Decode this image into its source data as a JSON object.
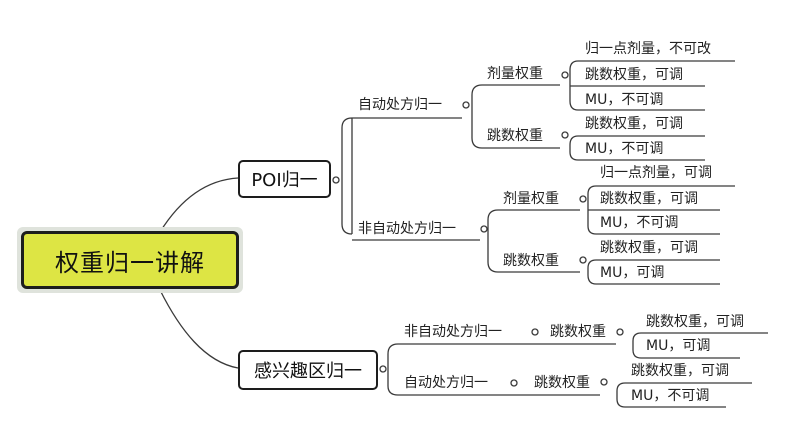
{
  "root": {
    "label": "权重归一讲解"
  },
  "poi": {
    "label": "POI归一",
    "auto": {
      "label": "自动处方归一",
      "dose": {
        "label": "剂量权重",
        "leaves": [
          "归一点剂量，不可改",
          "跳数权重，可调",
          "MU，不可调"
        ]
      },
      "jump": {
        "label": "跳数权重",
        "leaves": [
          "跳数权重，可调",
          "MU，不可调"
        ]
      }
    },
    "nonauto": {
      "label": "非自动处方归一",
      "dose": {
        "label": "剂量权重",
        "leaves": [
          "归一点剂量，可调",
          "跳数权重，可调",
          "MU，不可调"
        ]
      },
      "jump": {
        "label": "跳数权重",
        "leaves": [
          "跳数权重，可调",
          "MU，可调"
        ]
      }
    }
  },
  "roi": {
    "label": "感兴趣区归一",
    "nonauto": {
      "label": "非自动处方归一",
      "jump": {
        "label": "跳数权重",
        "leaves": [
          "跳数权重，可调",
          "MU，可调"
        ]
      }
    },
    "auto": {
      "label": "自动处方归一",
      "jump": {
        "label": "跳数权重",
        "leaves": [
          "跳数权重，可调",
          "MU，不可调"
        ]
      }
    }
  }
}
